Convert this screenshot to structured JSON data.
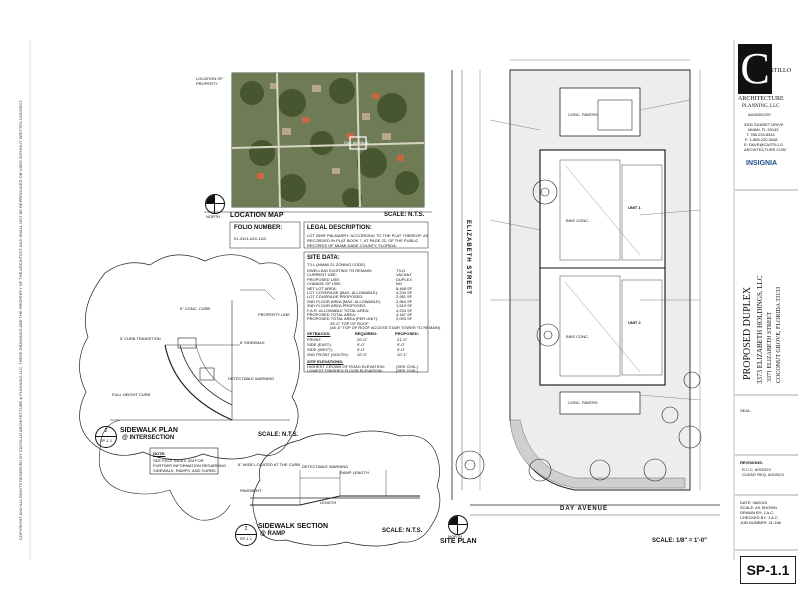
{
  "firm": {
    "logo_letter": "C",
    "name_line1": "ASTILLO",
    "name_line2": "ARCHITECTURE",
    "name_line3": "PLANNING, LLC",
    "license": "AA26002297",
    "address1": "3300 SUNSET DRIVE",
    "address2": "MIAMI, FL 33143",
    "phone": "T: 786.233.8334",
    "fax": "F: 1.855.220.3048",
    "email": "E: DAVE@CASTILLO",
    "web": "ARCHITECTURE.COM",
    "partner": "INSIGNIA"
  },
  "project": {
    "title": "PROPOSED DUPLEX",
    "owner": "3373 ELIZABETH HOLDINGS, LLC",
    "address1": "3371 ELIZABETH STREET",
    "address2": "COCONUT GROVE, FLORIDA 33133"
  },
  "revisions": {
    "seal_label": "SEAL:",
    "heading": "REVISIONS:",
    "items": [
      "R.C.C.       8/9/2023",
      "CLIENT REQ.   8/9/2023"
    ]
  },
  "sheet_info": {
    "date": "DATE:        08/2023",
    "scale": "SCALE:       AS SHOWN",
    "drawn": "DRAWN BY:    J.A.C.",
    "checked": "CHECKED BY:  J.A.C.",
    "job": "JOB NUMBER:  21-166",
    "sheet_number": "SP-1.1"
  },
  "location_map": {
    "callout": "LOCATION OF PROPERTY",
    "title": "LOCATION MAP",
    "scale": "SCALE: N.T.S.",
    "north": "NORTH",
    "street_label": "DAY AVENUE"
  },
  "folio": {
    "heading": "FOLIO NUMBER:",
    "value": "01-4121-024-1110"
  },
  "legal": {
    "heading": "LEGAL DESCRIPTION:",
    "text1": "LOT 209R 'PALMARRY' ACCORDING TO THE PLAT THEREOF, AS",
    "text2": "RECORDED IN PLAT BOOK 7, AT PAGE 22, OF THE PUBLIC",
    "text3": "RECORDS OF MIAMI-DADE COUNTY, FLORIDA."
  },
  "site_data": {
    "heading": "SITE DATA:",
    "zoning": "T3-L (MIAMI 21 ZONING CODE)",
    "rows": [
      {
        "label": "DWELLING EXISTING TO REMAIN:",
        "value": "T3-O"
      },
      {
        "label": "CURRENT USE:",
        "value": "VACANT"
      },
      {
        "label": "PROPOSED USE:",
        "value": "DUPLEX"
      },
      {
        "label": "CHANGE OF USE:",
        "value": "NO"
      },
      {
        "label": "NET LOT AREA:",
        "value": "8,468 SF"
      },
      {
        "label": "LOT COVERAGE (MAX. ALLOWABLE):",
        "value": "4,234 SF"
      },
      {
        "label": "LOT COVERAGE PROPOSED:",
        "value": "2,951 SF"
      },
      {
        "label": "2ND FLOOR AREA (MAX. ALLOWABLE):",
        "value": "2,964 SF"
      },
      {
        "label": "2ND FLOOR AREA PROPOSED:",
        "value": "1,519 SF"
      },
      {
        "label": "F.A.R. ALLOWABLE TOTAL AREA:",
        "value": "4,234 SF"
      },
      {
        "label": "PROPOSED TOTAL AREA:",
        "value": "4,187 SF"
      },
      {
        "label": "PROPOSED TOTAL AREA (PER UNIT):",
        "value": "2,093 SF"
      }
    ],
    "height_note1": "25'-0\" TOP OF ROOF",
    "height_note2": "(48'-0\" TOP OF ROOF ACCESS STAIR TOWER TO REMAIN)",
    "setbacks_heading": "SETBACKS:",
    "setbacks_cols": [
      "",
      "REQUIRED:",
      "PROPOSED:"
    ],
    "setbacks": [
      {
        "label": "FRONT:",
        "req": "20'-0\"",
        "prop": "21'-0\""
      },
      {
        "label": "SIDE (EAST):",
        "req": "5'-0\"",
        "prop": "5'-0\""
      },
      {
        "label": "SIDE (WEST):",
        "req": "5'-0\"",
        "prop": "5'-0\""
      },
      {
        "label": "2ND FRONT (SOUTH):",
        "req": "10'-0\"",
        "prop": "10'-1\""
      }
    ],
    "elev_heading": "SITE ELEVATIONS:",
    "elev1_label": "HIGHEST CROWN OF ROAD ELEVATION:",
    "elev1_value": "(SEE CIVIL)",
    "elev2_label": "LOWEST FINISHED FLOOR ELEVATION:",
    "elev2_value": "(SEE CIVIL)"
  },
  "sidewalk_plan": {
    "callout_num": "2",
    "callout_sheet": "SP-1.1",
    "title": "SIDEWALK PLAN",
    "subtitle": "@ INTERSECTION",
    "scale": "SCALE: N.T.S.",
    "notes": [
      "6\" CONC. CURB",
      "5' CURB TRANSITION",
      "DETECTABLE WARNING",
      "FULL HEIGHT CURB",
      "5' SIDEWALK",
      "PROPERTY LINE"
    ]
  },
  "note_box": {
    "heading": "NOTE:",
    "text1": "SEE FDOT INDEX 304 FOR",
    "text2": "FURTHER INFORMATION REGARDING",
    "text3": "SIDEWALK, RAMPS, AND CURBS."
  },
  "sidewalk_section": {
    "callout_num": "2",
    "callout_sheet": "SP-1.1",
    "title": "SIDEWALK SECTION",
    "subtitle": "@ RAMP",
    "scale": "SCALE: N.T.S.",
    "notes": [
      "6\" WIDE LOCATED AT THE CURB",
      "DETECTABLE WARNING",
      "RAMP LENGTH",
      "PAVEMENT",
      "LENGTH"
    ]
  },
  "site_plan": {
    "title": "SITE PLAN",
    "scale": "SCALE: 1/8\" = 1'-0\"",
    "north": "NORTH",
    "street_west": "ELIZABETH STREET",
    "street_south": "DAY AVENUE",
    "unit_labels": [
      "UNIT 1",
      "UNIT 2"
    ],
    "room_labels": [
      "BIKE CONC.",
      "BIKE CONC.",
      "CONC. PAVERS",
      "CONC. PAVERS"
    ]
  },
  "side_notes": {
    "left_vertical": "COPYRIGHT AND ALL RIGHTS RESERVED BY CASTILLO ARCHITECTURE & PLANNING LLC. THESE DRAWINGS ARE THE PROPERTY OF THE ARCHITECT AND SHALL NOT BE REPRODUCED OR USED WITHOUT WRITTEN CONSENT."
  }
}
